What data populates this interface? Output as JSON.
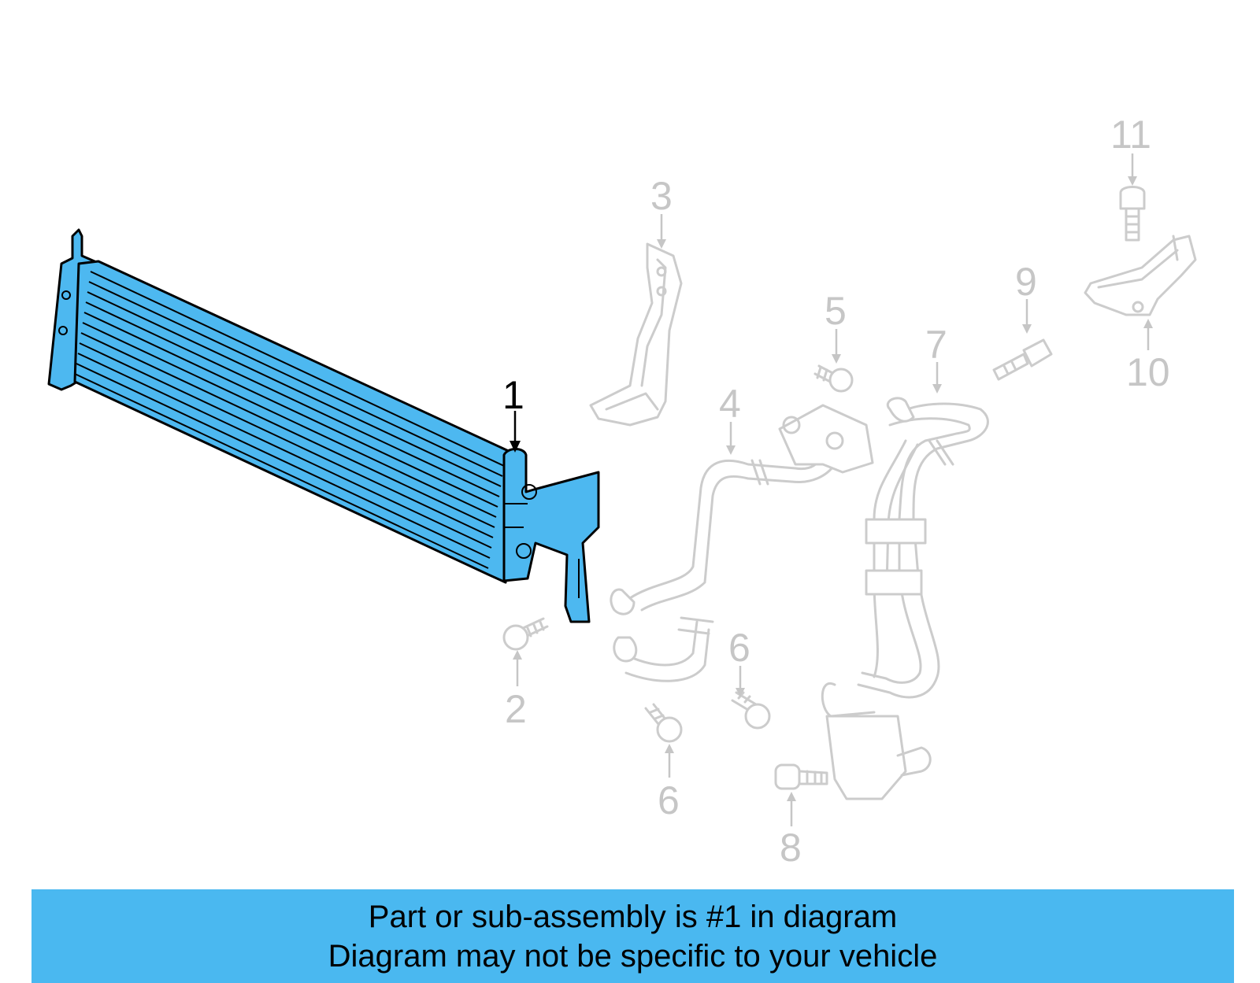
{
  "diagram": {
    "callouts": [
      {
        "id": "1",
        "label": "1",
        "active": true
      },
      {
        "id": "2",
        "label": "2",
        "active": false
      },
      {
        "id": "3",
        "label": "3",
        "active": false
      },
      {
        "id": "4",
        "label": "4",
        "active": false
      },
      {
        "id": "5",
        "label": "5",
        "active": false
      },
      {
        "id": "6a",
        "label": "6",
        "active": false
      },
      {
        "id": "6b",
        "label": "6",
        "active": false
      },
      {
        "id": "7",
        "label": "7",
        "active": false
      },
      {
        "id": "8",
        "label": "8",
        "active": false
      },
      {
        "id": "9",
        "label": "9",
        "active": false
      },
      {
        "id": "10",
        "label": "10",
        "active": false
      },
      {
        "id": "11",
        "label": "11",
        "active": false
      }
    ],
    "highlight_color": "#4db8f0",
    "muted_color": "#c6c6c6"
  },
  "banner": {
    "line1": "Part or sub-assembly is #1 in diagram",
    "line2": "Diagram may not be specific to your vehicle",
    "color": "#4ab8f0"
  }
}
